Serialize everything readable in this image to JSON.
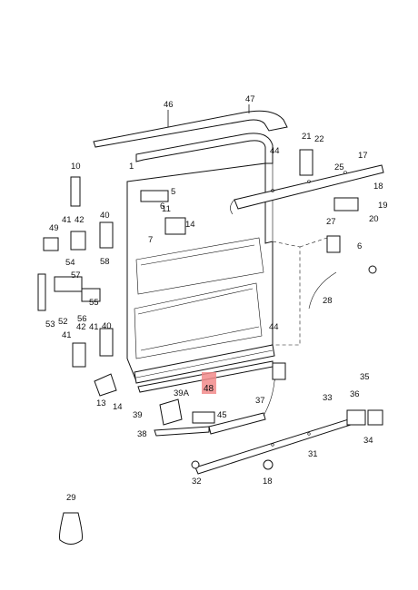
{
  "labels": {
    "p46": "46",
    "p47": "47",
    "p1": "1",
    "p10": "10",
    "p5": "5",
    "p6a": "6",
    "p11": "11",
    "p14a": "14",
    "p49": "49",
    "p42a": "42",
    "p40a": "40",
    "p41a": "41",
    "p7": "7",
    "p58": "58",
    "p54": "54",
    "p57": "57",
    "p55": "55",
    "p53": "53",
    "p52": "52",
    "p56": "56",
    "p42b": "42",
    "p41b": "41",
    "p40b": "40",
    "p41c": "41",
    "p13": "13",
    "p14b": "14",
    "p39A": "39A",
    "p45": "45",
    "p39": "39",
    "p38": "38",
    "p44a": "44",
    "p44b": "44",
    "p21": "21",
    "p22": "22",
    "p25": "25",
    "p17": "17",
    "p18a": "18",
    "p19": "19",
    "p20": "20",
    "p27": "27",
    "p6b": "6",
    "p28": "28",
    "p37": "37",
    "p33": "33",
    "p35": "35",
    "p36": "36",
    "p34": "34",
    "p31": "31",
    "p32": "32",
    "p18b": "18",
    "p29": "29"
  },
  "highlight": {
    "label": "48",
    "color": "#f28b8b"
  }
}
